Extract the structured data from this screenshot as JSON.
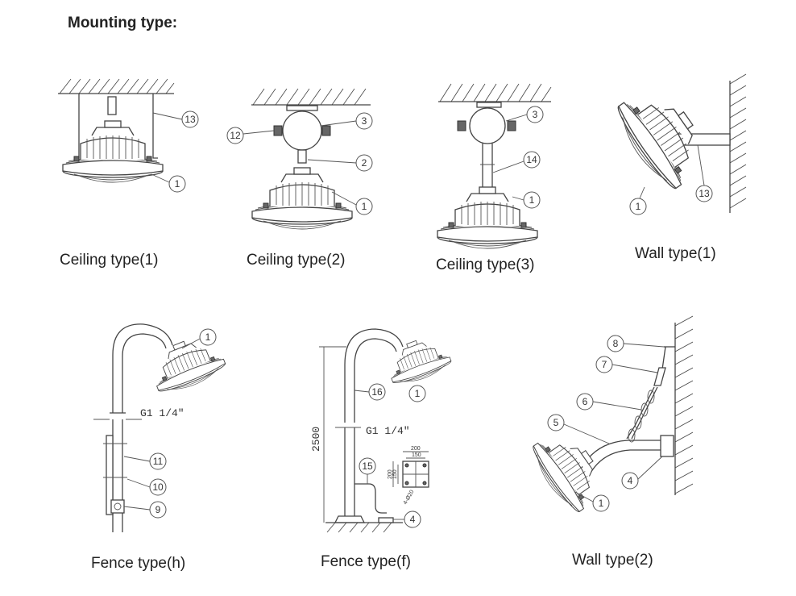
{
  "title": "Mounting type:",
  "captions": {
    "ceiling1": "Ceiling type(1)",
    "ceiling2": "Ceiling type(2)",
    "ceiling3": "Ceiling type(3)",
    "wall1": "Wall type(1)",
    "fence_h": "Fence type(h)",
    "fence_f": "Fence type(f)",
    "wall2": "Wall type(2)"
  },
  "callouts": {
    "c1_13": "13",
    "c1_1": "1",
    "c2_12": "12",
    "c2_3": "3",
    "c2_2": "2",
    "c2_1": "1",
    "c3_3": "3",
    "c3_14": "14",
    "c3_1": "1",
    "w1_1": "1",
    "w1_13": "13",
    "fh_1": "1",
    "fh_11": "11",
    "fh_10": "10",
    "fh_9": "9",
    "ff_16": "16",
    "ff_1": "1",
    "ff_15": "15",
    "ff_4": "4",
    "w2_8": "8",
    "w2_7": "7",
    "w2_6": "6",
    "w2_5": "5",
    "w2_4": "4",
    "w2_1": "1"
  },
  "dimensions": {
    "thread_h": "G1  1/4\"",
    "thread_f": "G1  1/4\"",
    "pole_height": "2500",
    "plate_200_top": "200",
    "plate_150_top": "150",
    "plate_200_side": "200",
    "plate_150_side": "150",
    "plate_holes": "4-Ø20"
  }
}
